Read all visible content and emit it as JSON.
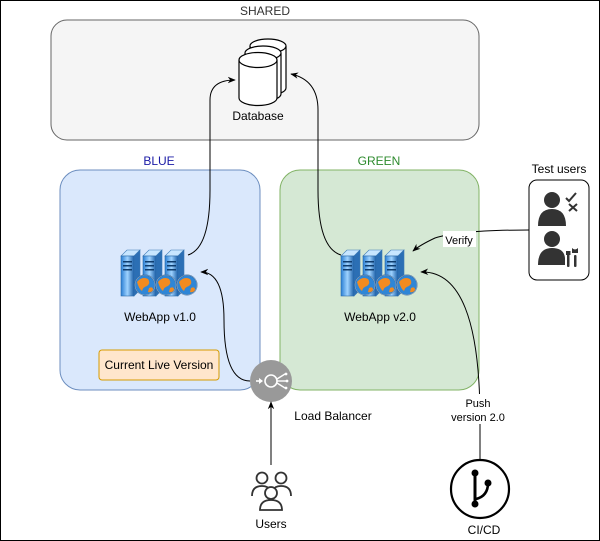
{
  "zones": {
    "shared": {
      "label": "SHARED",
      "color": "#333333"
    },
    "blue": {
      "label": "BLUE",
      "color": "#1a1aa6"
    },
    "green": {
      "label": "GREEN",
      "color": "#2e8b2e"
    }
  },
  "nodes": {
    "database": {
      "label": "Database"
    },
    "webapp_v1": {
      "label": "WebApp v1.0"
    },
    "webapp_v2": {
      "label": "WebApp v2.0"
    },
    "current_live": {
      "label": "Current Live Version"
    },
    "load_balancer": {
      "label": "Load Balancer"
    },
    "users": {
      "label": "Users"
    },
    "cicd": {
      "label": "CI/CD"
    },
    "test_users": {
      "label": "Test users"
    }
  },
  "edges": {
    "verify": {
      "label": "Verify"
    },
    "push_line1": {
      "label": "Push"
    },
    "push_line2": {
      "label": "version 2.0"
    }
  },
  "colors": {
    "shared_fill": "#f5f5f5",
    "blue_fill": "#dae8fc",
    "blue_stroke": "#6c8ebf",
    "green_fill": "#d5e8d4",
    "green_stroke": "#82b366",
    "live_fill": "#ffe6cc",
    "live_stroke": "#d79b00",
    "lb_fill": "#999999",
    "icon_dark": "#333333"
  }
}
